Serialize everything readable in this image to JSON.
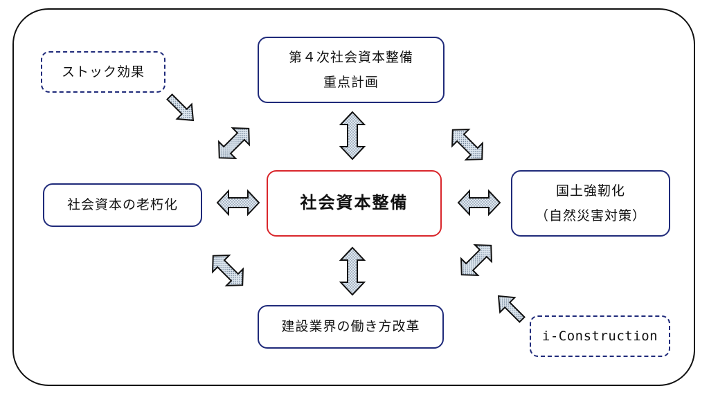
{
  "diagram": {
    "center": "社会資本整備",
    "top_line1": "第４次社会資本整備",
    "top_line2": "重点計画",
    "left": "社会資本の老朽化",
    "right_line1": "国土強靭化",
    "right_line2": "（自然災害対策）",
    "bottom": "建設業界の働き方改革",
    "stock": "ストック効果",
    "iconstruction": "i-Construction"
  },
  "colors": {
    "border_blue": "#1f2a7a",
    "center_red": "#d9262b",
    "arrow_fill": "#d8e4ee"
  }
}
